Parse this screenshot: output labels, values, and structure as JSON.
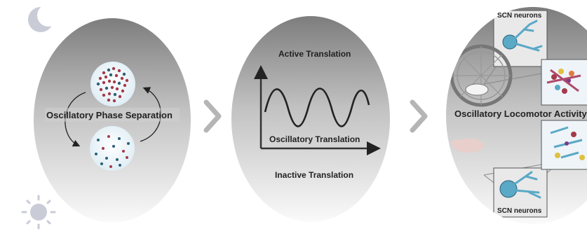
{
  "panel1": {
    "label": "Oscillatory Phase Separation"
  },
  "panel2": {
    "top_label": "Active Translation",
    "curve_label": "Oscillatory Translation",
    "bottom_label": "Inactive Translation"
  },
  "panel3": {
    "neuron_label_top": "SCN neurons",
    "activity_label": "Oscillatory Locomotor Activity",
    "neuron_label_bottom": "SCN neurons"
  },
  "icons": {
    "moon": "moon-icon",
    "sun": "sun-icon",
    "arrow1": "chevron-right-icon",
    "arrow2": "chevron-right-icon"
  },
  "colors": {
    "panel_dark": "#8c8c8c",
    "panel_light": "#f4f4f4",
    "chevron": "#b5b5b5",
    "icon": "#c9cbd6",
    "dot_red": "#a33a4a",
    "dot_blue": "#2b5f78",
    "neuron": "#5aa9c6"
  }
}
